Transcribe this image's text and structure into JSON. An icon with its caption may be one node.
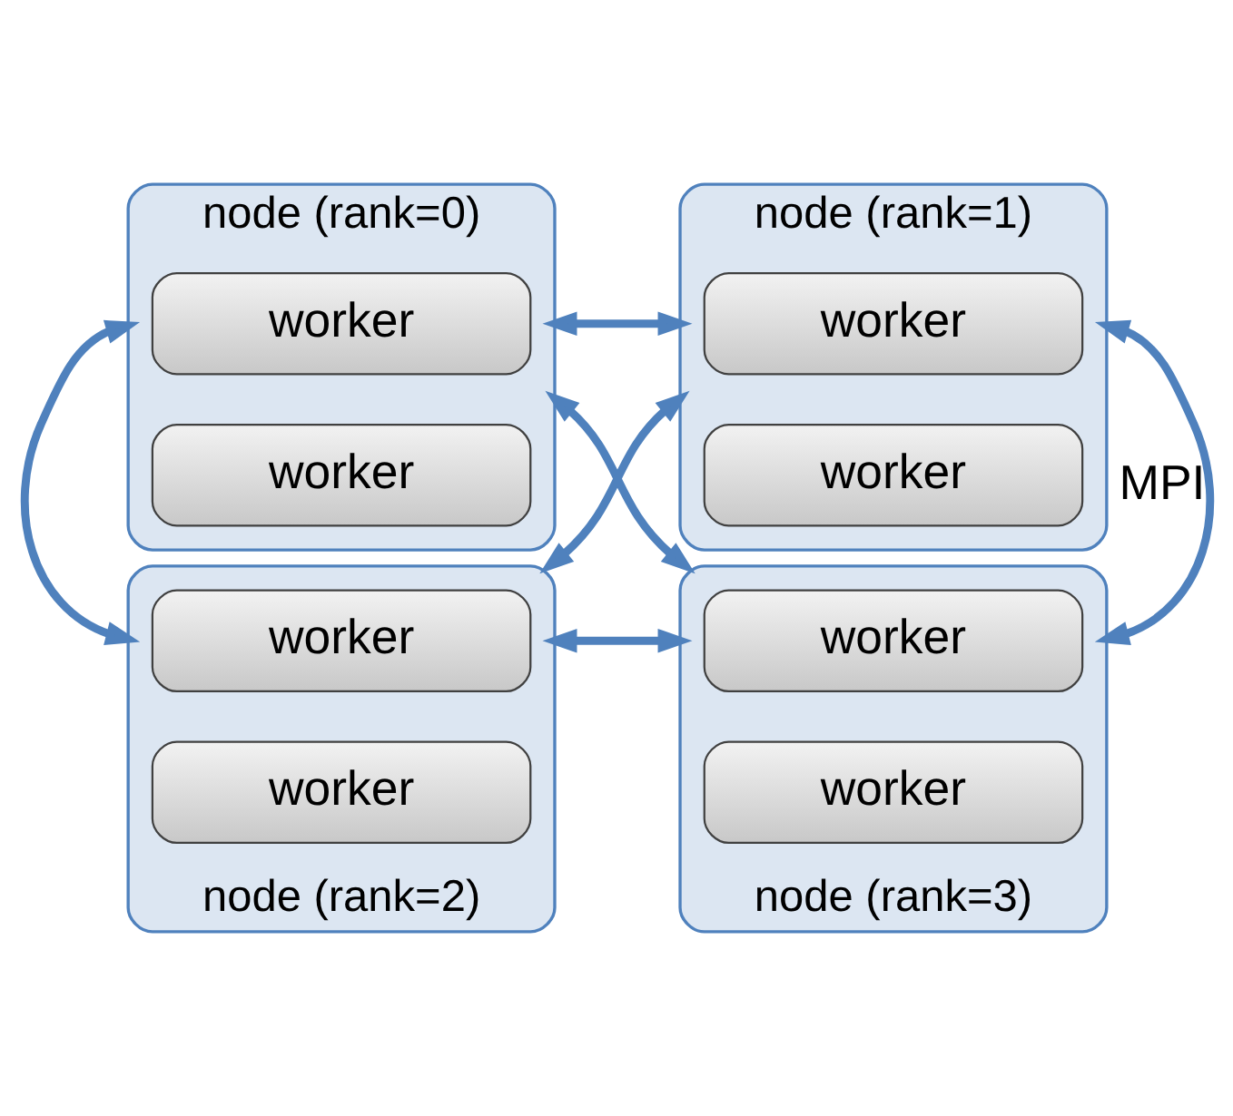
{
  "diagram": {
    "nodes": [
      {
        "text": [
          "node (rank=0)"
        ]
      },
      {
        "text": [
          "worker"
        ],
        "in": 0
      },
      {
        "text": [
          "worker"
        ],
        "in": 0
      },
      {
        "text": [
          "node (rank=1)"
        ]
      },
      {
        "text": [
          "worker"
        ],
        "in": 3
      },
      {
        "text": [
          "worker"
        ],
        "in": 3
      },
      {
        "text": [
          "node (rank=2)"
        ]
      },
      {
        "text": [
          "worker"
        ],
        "in": 6
      },
      {
        "text": [
          "worker"
        ],
        "in": 6
      },
      {
        "text": [
          "node (rank=3)"
        ]
      },
      {
        "text": [
          "worker"
        ],
        "in": 9
      },
      {
        "text": [
          "worker"
        ],
        "in": 9
      }
    ],
    "edges": [
      {
        "from": 0,
        "to": 3,
        "arrow": "both"
      },
      {
        "from": 0,
        "to": 6,
        "arrow": "both"
      },
      {
        "from": 3,
        "to": 6,
        "arrow": "both"
      },
      {
        "from": 0,
        "to": 9,
        "arrow": "both"
      },
      {
        "from": 3,
        "to": 9,
        "arrow": "both",
        "label": "MPI"
      },
      {
        "from": 6,
        "to": 9,
        "arrow": "both"
      }
    ]
  }
}
